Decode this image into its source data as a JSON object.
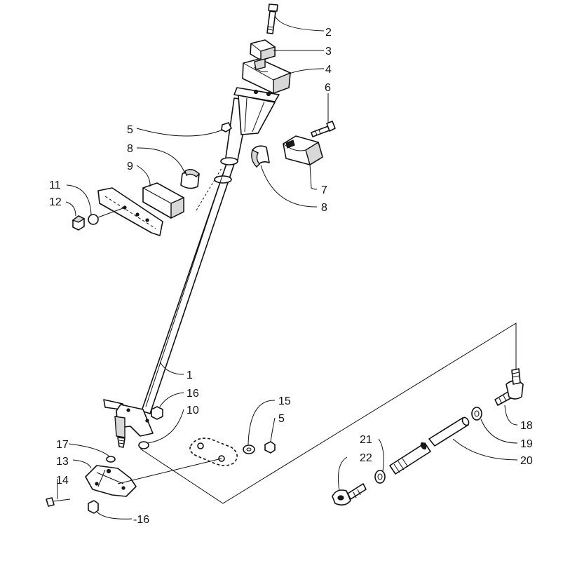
{
  "callouts": [
    {
      "id": "c2",
      "text": "2"
    },
    {
      "id": "c3",
      "text": "3"
    },
    {
      "id": "c4",
      "text": "4"
    },
    {
      "id": "c6",
      "text": "6"
    },
    {
      "id": "c5a",
      "text": "5"
    },
    {
      "id": "c8a",
      "text": "8"
    },
    {
      "id": "c9",
      "text": "9"
    },
    {
      "id": "c7",
      "text": "7"
    },
    {
      "id": "c8b",
      "text": "8"
    },
    {
      "id": "c11",
      "text": "11"
    },
    {
      "id": "c12",
      "text": "12"
    },
    {
      "id": "c1",
      "text": "1"
    },
    {
      "id": "c16a",
      "text": "16"
    },
    {
      "id": "c10",
      "text": "10"
    },
    {
      "id": "c15",
      "text": "15"
    },
    {
      "id": "c5b",
      "text": "5"
    },
    {
      "id": "c17",
      "text": "17"
    },
    {
      "id": "c13",
      "text": "13"
    },
    {
      "id": "c14",
      "text": "14"
    },
    {
      "id": "c16b",
      "text": "-16"
    },
    {
      "id": "c18",
      "text": "18"
    },
    {
      "id": "c19",
      "text": "19"
    },
    {
      "id": "c21",
      "text": "21"
    },
    {
      "id": "c22",
      "text": "22"
    },
    {
      "id": "c20",
      "text": "20"
    }
  ]
}
